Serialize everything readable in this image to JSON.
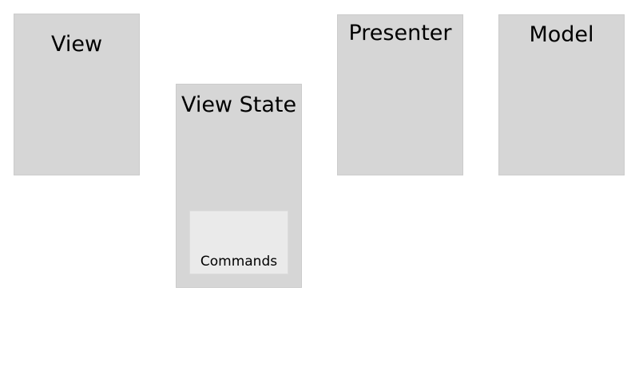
{
  "diagram": {
    "boxes": {
      "view": {
        "title": "View"
      },
      "view_state": {
        "title": "View State",
        "inner": {
          "label": "Commands"
        }
      },
      "presenter": {
        "title": "Presenter"
      },
      "model": {
        "title": "Model"
      }
    }
  },
  "colors": {
    "box_fill": "#d6d6d6",
    "inner_box_fill": "#eaeaea",
    "background": "#ffffff",
    "text": "#000000"
  }
}
